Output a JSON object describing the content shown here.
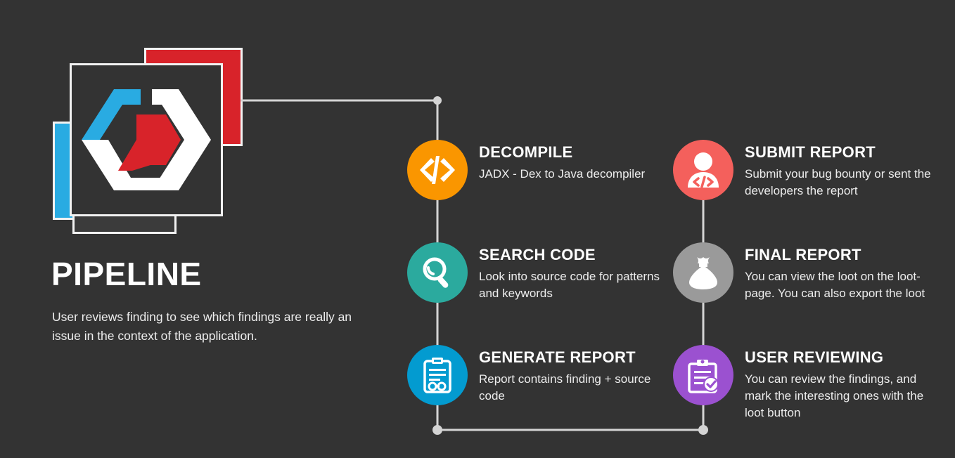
{
  "brand": {
    "title": "PIPELINE",
    "description": "User reviews finding to see which findings are really an issue in the context of the application.",
    "logo_icon": "hexagon-code-logo",
    "card_colors": {
      "blue": "#29ABE2",
      "red": "#D8232A",
      "shadow": "#3b3b3b",
      "main": "#333333",
      "border": "#f2f2f2"
    }
  },
  "background_color": "#333333",
  "connector_color": "#d4d4d4",
  "steps": [
    {
      "id": "decompile",
      "title": "DECOMPILE",
      "description": "JADX - Dex to Java decompiler",
      "color": "#FA9600",
      "icon": "code-brackets-icon",
      "column": "left"
    },
    {
      "id": "search-code",
      "title": "SEARCH CODE",
      "description": "Look into source code for patterns and keywords",
      "color": "#2BAA9E",
      "icon": "magnifier-icon",
      "column": "left"
    },
    {
      "id": "generate-report",
      "title": "GENERATE REPORT",
      "description": "Report contains finding + source code",
      "color": "#039BD0",
      "icon": "clipboard-icon",
      "column": "left"
    },
    {
      "id": "submit-report",
      "title": "SUBMIT REPORT",
      "description": "Submit your bug bounty or sent the developers the report",
      "color": "#F4605C",
      "icon": "user-code-icon",
      "column": "right"
    },
    {
      "id": "final-report",
      "title": "FINAL REPORT",
      "description": "You can view the loot on the loot-page. You can also export the loot",
      "color": "#9A9A9A",
      "icon": "money-bag-icon",
      "column": "right"
    },
    {
      "id": "user-reviewing",
      "title": "USER REVIEWING",
      "description": "You can review the findings, and mark the interesting ones with the loot button",
      "color": "#9B51D0",
      "icon": "clipboard-check-icon",
      "column": "right"
    }
  ]
}
